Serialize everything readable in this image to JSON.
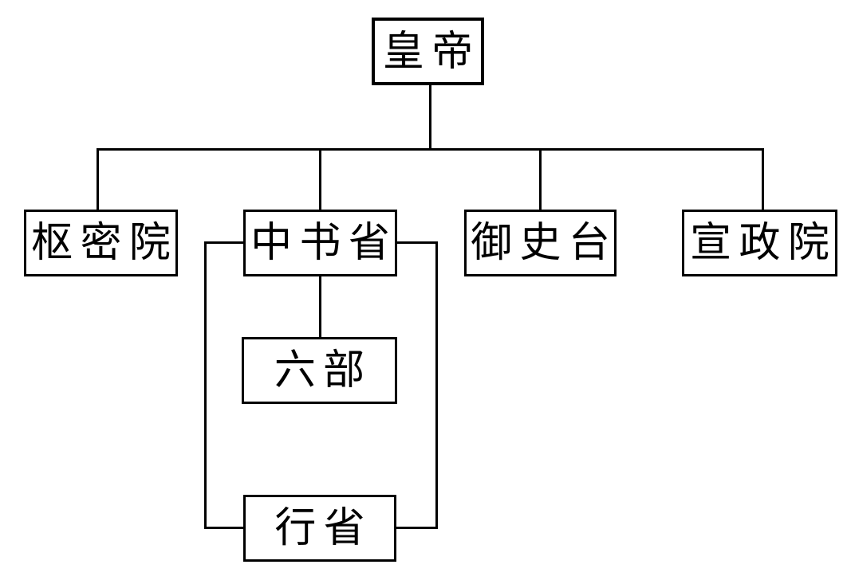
{
  "diagram": {
    "type": "org-chart",
    "background_color": "#ffffff",
    "line_color": "#000000",
    "nodes": {
      "emperor": {
        "label": "皇帝",
        "level": 1
      },
      "shumiyuan": {
        "label": "枢密院",
        "level": 2
      },
      "zhongshusheng": {
        "label": "中书省",
        "level": 2
      },
      "yushitai": {
        "label": "御史台",
        "level": 2
      },
      "xuanzhengyuan": {
        "label": "宣政院",
        "level": 2
      },
      "liubu": {
        "label": "六部",
        "level": 3
      },
      "xingsheng": {
        "label": "行省",
        "level": 3
      }
    },
    "edges": [
      {
        "from": "皇帝",
        "to": "枢密院"
      },
      {
        "from": "皇帝",
        "to": "中书省"
      },
      {
        "from": "皇帝",
        "to": "御史台"
      },
      {
        "from": "皇帝",
        "to": "宣政院"
      },
      {
        "from": "中书省",
        "to": "六部"
      },
      {
        "from": "中书省",
        "to": "行省"
      }
    ]
  }
}
